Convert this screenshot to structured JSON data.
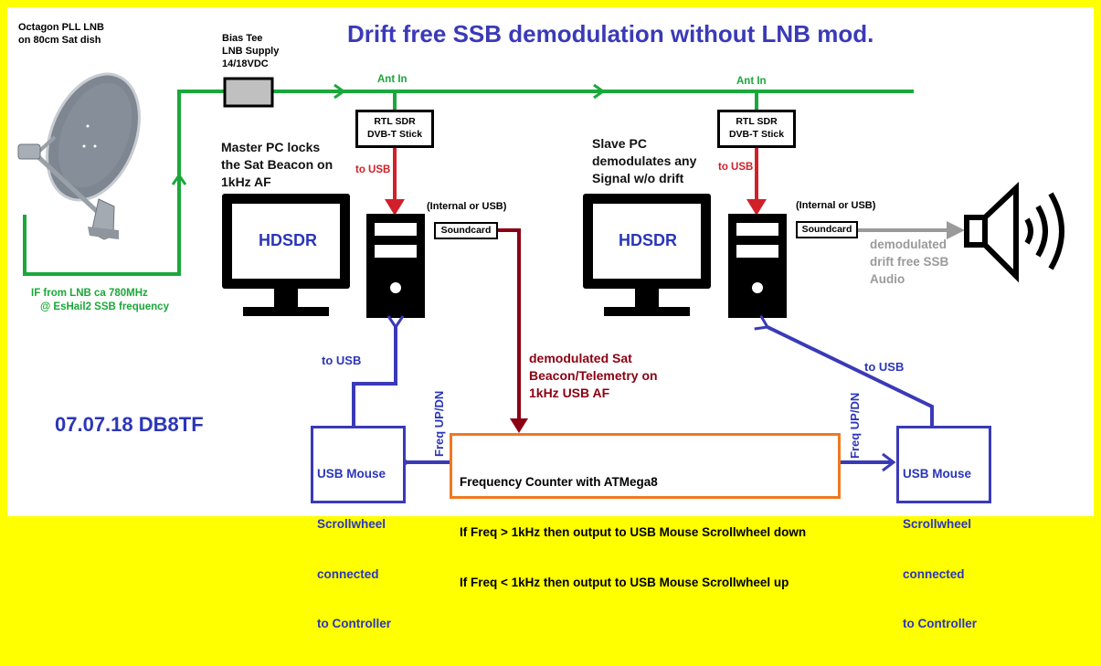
{
  "title": "Drift free SSB demodulation without LNB mod.",
  "dish": {
    "label_line1": "Octagon PLL LNB",
    "label_line2": "on 80cm Sat dish"
  },
  "bias_tee": {
    "line1": "Bias Tee",
    "line2": "LNB Supply",
    "line3": "14/18VDC"
  },
  "if_label": {
    "line1": "IF from LNB ca 780MHz",
    "line2": "@ EsHail2 SSB frequency"
  },
  "ant_in_left": "Ant In",
  "ant_in_right": "Ant In",
  "sdr_left": {
    "line1": "RTL SDR",
    "line2": "DVB-T Stick"
  },
  "sdr_right": {
    "line1": "RTL SDR",
    "line2": "DVB-T Stick"
  },
  "to_usb_red_left": "to USB",
  "to_usb_red_right": "to USB",
  "master_pc": {
    "line1": "Master PC locks",
    "line2": "the Sat Beacon on",
    "line3": "1kHz AF"
  },
  "slave_pc": {
    "line1": "Slave PC",
    "line2": "demodulates any",
    "line3": "Signal w/o drift"
  },
  "monitor_left": "HDSDR",
  "monitor_right": "HDSDR",
  "internal_usb_left": "(Internal or USB)",
  "internal_usb_right": "(Internal or USB)",
  "soundcard_left": "Soundcard",
  "soundcard_right": "Soundcard",
  "audio_label": {
    "line1": "demodulated",
    "line2": "drift free SSB",
    "line3": "Audio"
  },
  "beacon_label": {
    "line1": "demodulated Sat",
    "line2": "Beacon/Telemetry on",
    "line3": "1kHz USB AF"
  },
  "to_usb_blue_left": "to USB",
  "to_usb_blue_right": "to USB",
  "freq_updn_left": "Freq UP/DN",
  "freq_updn_right": "Freq UP/DN",
  "date_call": "07.07.18 DB8TF",
  "mouse_left": {
    "line1": "USB Mouse",
    "line2": "Scrollwheel",
    "line3": "connected",
    "line4": "to Controller"
  },
  "mouse_right": {
    "line1": "USB Mouse",
    "line2": "Scrollwheel",
    "line3": "connected",
    "line4": "to Controller"
  },
  "counter": {
    "line1": "Frequency Counter with ATMega8",
    "line2": "If Freq > 1kHz then output to USB Mouse Scrollwheel down",
    "line3": "If Freq < 1kHz then output to USB Mouse Scrollwheel up"
  },
  "colors": {
    "border": "#ffff00",
    "rf_line": "#1aa83a",
    "usb_red": "#d0202a",
    "af_line": "#8b0012",
    "control_blue": "#3a3ab8",
    "counter_border": "#f07820",
    "audio_gray": "#9a9a9a"
  },
  "icons": [
    "satellite-dish-icon",
    "monitor-icon",
    "pc-tower-icon",
    "loudspeaker-icon"
  ]
}
